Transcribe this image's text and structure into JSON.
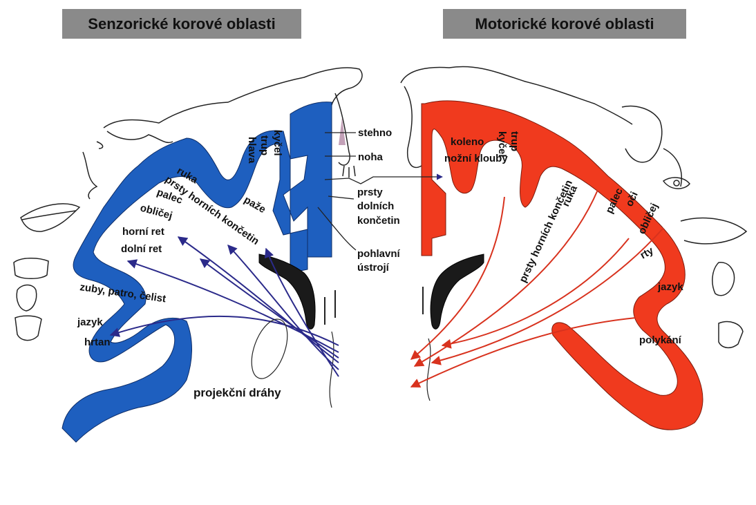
{
  "titles": {
    "sensory": "Senzorické korové oblasti",
    "motor": "Motorické  korové oblasti"
  },
  "colors": {
    "sensory": "#1e5fbf",
    "motor": "#f03a1e",
    "sensory_arrow": "#2b2a8a",
    "motor_arrow": "#d8321e",
    "header_bg": "#8a8a8a"
  },
  "sensory_labels": {
    "kycel": "kyčel",
    "trup": "trup",
    "hlava": "hlava",
    "ruka": "ruka",
    "prsty_hornich": "prsty horních končetin",
    "palec": "palec",
    "paze": "paže",
    "oblicej": "obličej",
    "horni_ret": "horní ret",
    "dolni_ret": "dolní ret",
    "zuby": "zuby, patro, čelist",
    "jazyk": "jazyk",
    "hrtan": "hrtan",
    "projekcni": "projekční  dráhy"
  },
  "center_labels": {
    "stehno": "stehno",
    "noha": "noha",
    "prsty": "prsty",
    "dolnich": "dolních",
    "koncetin": "končetin",
    "pohlavni": "pohlavní",
    "ustroji": "ústrojí"
  },
  "motor_labels": {
    "trup": "trup",
    "kycel": "kyčel",
    "koleno": "koleno",
    "nozni_klouby": "nožní klouby",
    "ruka": "ruka",
    "prsty_hornich": "prsty horních končetin",
    "palec": "palec",
    "oci": "oči",
    "oblicej": "obličej",
    "rty": "rty",
    "jazyk": "jazyk",
    "polykani": "polykání"
  }
}
